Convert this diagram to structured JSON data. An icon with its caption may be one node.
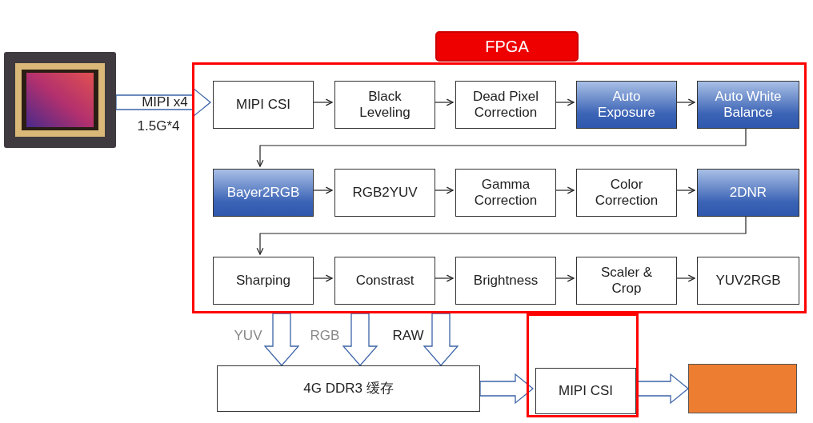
{
  "diagram": {
    "nodes": [
      {
        "text": [
          "FPGA"
        ]
      },
      {
        "text": [],
        "shape": "picture"
      },
      {
        "text": [
          "MIPI CSI"
        ],
        "in": 0
      },
      {
        "text": [
          "Black Leveling"
        ],
        "in": 0
      },
      {
        "text": [
          "Dead Pixel Correction"
        ],
        "in": 0
      },
      {
        "text": [
          "Auto Exposure"
        ],
        "in": 0
      },
      {
        "text": [
          "Auto White Balance"
        ],
        "in": 0
      },
      {
        "text": [
          "Bayer2RGB"
        ],
        "in": 0
      },
      {
        "text": [
          "RGB2YUV"
        ],
        "in": 0
      },
      {
        "text": [
          "Gamma Correction"
        ],
        "in": 0
      },
      {
        "text": [
          "Color Correction"
        ],
        "in": 0
      },
      {
        "text": [
          "2DNR"
        ],
        "in": 0
      },
      {
        "text": [
          "Sharping"
        ],
        "in": 0
      },
      {
        "text": [
          "Constrast"
        ],
        "in": 0
      },
      {
        "text": [
          "Brightness"
        ],
        "in": 0
      },
      {
        "text": [
          "Scaler & Crop"
        ],
        "in": 0
      },
      {
        "text": [
          "YUV2RGB"
        ],
        "in": 0
      },
      {
        "text": [
          "4G DDR3 缓存"
        ]
      },
      {
        "text": [],
        "shape": "box"
      },
      {
        "text": [
          "MIPI CSI"
        ],
        "in": 18
      },
      {
        "text": [],
        "shape": "box"
      }
    ],
    "edges": [
      {
        "from": 1,
        "to": 2,
        "arrow": "to",
        "label": "MIPI x4",
        "style": "thick"
      },
      {
        "from": 2,
        "to": 3,
        "arrow": "to"
      },
      {
        "from": 3,
        "to": 4,
        "arrow": "to"
      },
      {
        "from": 4,
        "to": 5,
        "arrow": "to"
      },
      {
        "from": 5,
        "to": 6,
        "arrow": "to"
      },
      {
        "from": 6,
        "to": 7,
        "arrow": "to"
      },
      {
        "from": 7,
        "to": 8,
        "arrow": "to"
      },
      {
        "from": 8,
        "to": 9,
        "arrow": "to"
      },
      {
        "from": 9,
        "to": 10,
        "arrow": "to"
      },
      {
        "from": 10,
        "to": 11,
        "arrow": "to"
      },
      {
        "from": 11,
        "to": 12,
        "arrow": "to"
      },
      {
        "from": 12,
        "to": 13,
        "arrow": "to"
      },
      {
        "from": 13,
        "to": 14,
        "arrow": "to"
      },
      {
        "from": 14,
        "to": 15,
        "arrow": "to"
      },
      {
        "from": 15,
        "to": 16,
        "arrow": "to"
      },
      {
        "from": 0,
        "to": 17,
        "arrow": "to",
        "label": "YUV",
        "style": "thick"
      },
      {
        "from": 0,
        "to": 17,
        "arrow": "to",
        "label": "RGB",
        "style": "thick"
      },
      {
        "from": 0,
        "to": 17,
        "arrow": "to",
        "label": "RAW",
        "style": "thick"
      },
      {
        "from": 17,
        "to": 19,
        "arrow": "to",
        "style": "thick"
      },
      {
        "from": 19,
        "to": 20,
        "arrow": "to",
        "style": "thick"
      }
    ],
    "labels": [
      "1.5G*4"
    ]
  }
}
